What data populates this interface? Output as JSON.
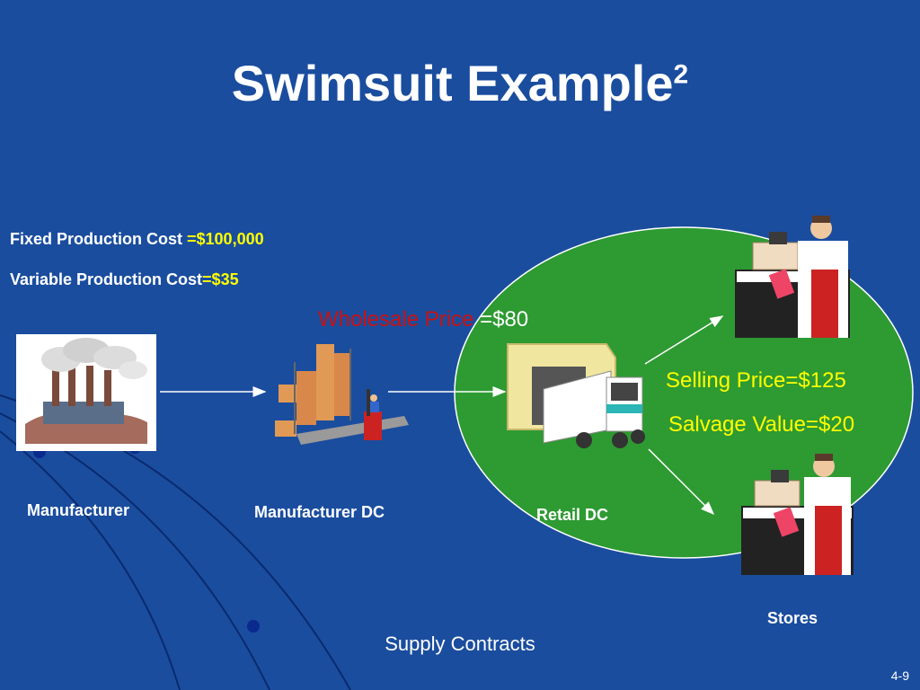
{
  "slide": {
    "title": "Swimsuit Example",
    "title_superscript": "2",
    "fixed_cost_label": "Fixed Production Cost ",
    "fixed_cost_value": "=$100,000",
    "variable_cost_label": "Variable Production Cost",
    "variable_cost_value": "=$35",
    "wholesale_label": "Wholesale Price",
    "wholesale_value": " =$80",
    "selling_price": "Selling Price=$125",
    "salvage_value": "Salvage Value=$20",
    "nodes": {
      "manufacturer": "Manufacturer",
      "manufacturer_dc": "Manufacturer DC",
      "retail_dc": "Retail DC",
      "stores": "Stores"
    },
    "footer": "Supply Contracts",
    "page_number": "4-9"
  },
  "icons": [
    "factory-icon",
    "warehouse-forklift-icon",
    "truck-warehouse-icon",
    "store-clerk-icon"
  ],
  "colors": {
    "background": "#1a4d9e",
    "ellipse": "#2e9a32",
    "highlight": "#ffff00",
    "wholesale_red": "#cc1111"
  }
}
